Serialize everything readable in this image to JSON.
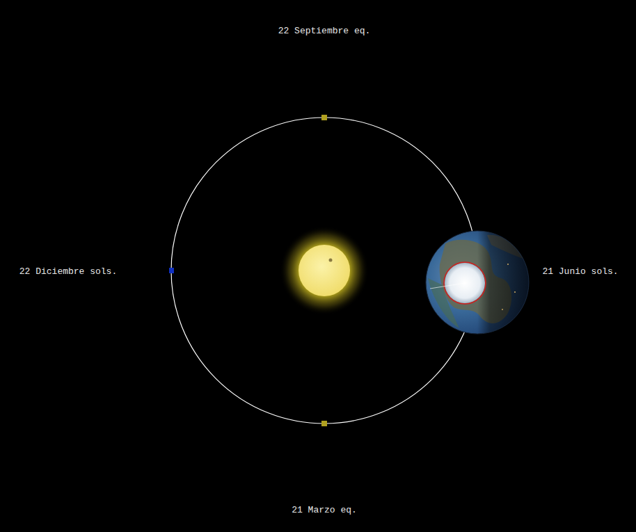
{
  "diagram": {
    "labels": [
      "22 Septiembre eq.",
      "22 Diciembre sols.",
      "21 Junio sols.",
      "21 Marzo eq."
    ]
  }
}
